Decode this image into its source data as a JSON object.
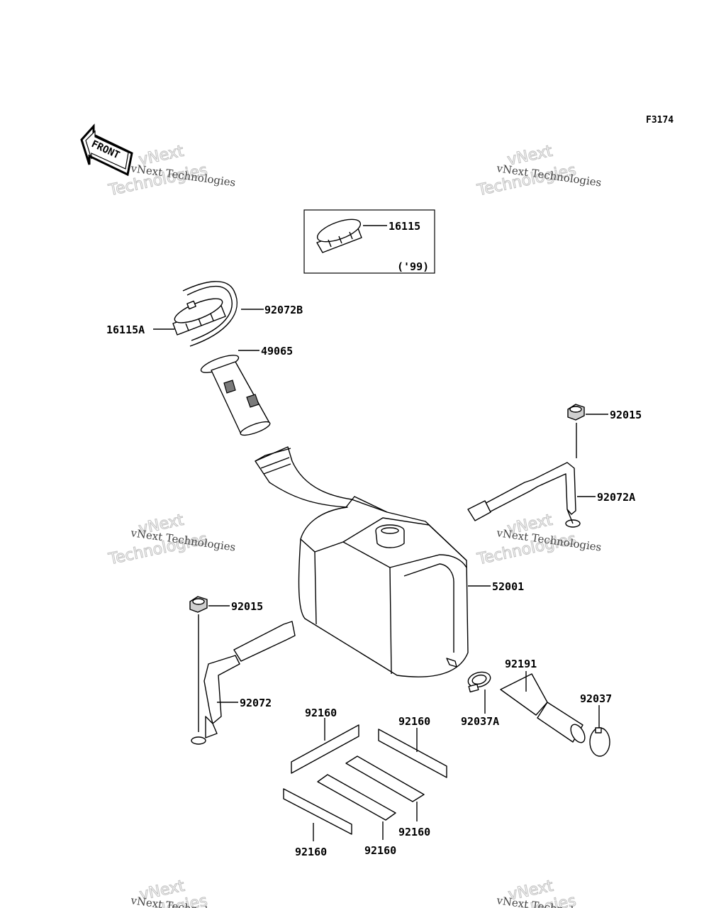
{
  "diagram": {
    "id": "F3174",
    "front_label": "FRONT",
    "inset_note": "('99)",
    "watermark": {
      "line1": "vNext",
      "line2": "Technologies"
    },
    "parts": {
      "p16115": "16115",
      "p92072B": "92072B",
      "p16115A": "16115A",
      "p49065": "49065",
      "p92015_right": "92015",
      "p92072A": "92072A",
      "p52001": "52001",
      "p92015_left": "92015",
      "p92072": "92072",
      "p92191": "92191",
      "p92037": "92037",
      "p92037A": "92037A",
      "p92160_a": "92160",
      "p92160_b": "92160",
      "p92160_c": "92160",
      "p92160_d": "92160",
      "p92160_e": "92160"
    }
  }
}
